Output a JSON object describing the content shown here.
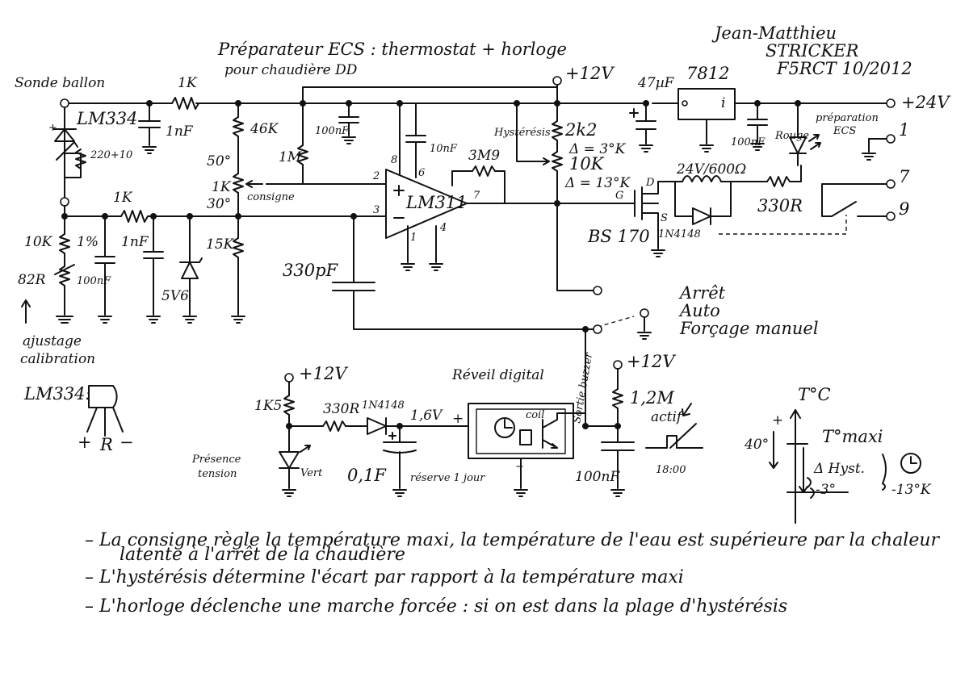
{
  "title": {
    "line1": "Préparateur ECS : thermostat + horloge",
    "line2": "pour chaudière DD"
  },
  "author": {
    "name": "Jean-Matthieu",
    "surname": "STRICKER",
    "ref": "F5RCT 10/2012"
  },
  "labels": {
    "sonde_ballon": "Sonde ballon",
    "lm334": "LM334",
    "r_220_10": "220+10",
    "c_1nf_a": "1nF",
    "r_1k_top": "1K",
    "r_1k_mid": "1K",
    "r_46k": "46K",
    "deg50": "50°",
    "pot_1k": "1K",
    "deg30": "30°",
    "consigne": "consigne",
    "r_1m": "1M",
    "c_100nf_a": "100nF",
    "r_10k": "10K",
    "pct1": "1%",
    "r_82r": "82R",
    "c_100nf_b": "100nF",
    "c_1nf_b": "1nF",
    "z_5v6": "5V6",
    "r_15k": "15K",
    "c_330pf": "330pF",
    "ajustage": "ajustage",
    "calibration": "calibration",
    "lm334_pinout": "LM334:",
    "pin_plus": "+",
    "pin_r": "R",
    "pin_minus": "−",
    "pin8": "8",
    "pin6": "6",
    "pin2": "2",
    "pin3": "3",
    "pin1": "1",
    "pin4": "4",
    "pin7": "7",
    "ic_lm311": "LM311",
    "c_10nf": "10nF",
    "r_3m9": "3M9",
    "vcc12": "+12V",
    "hysteresis": "Hystérésis",
    "r_2k2": "2k2",
    "delta3": "Δ = 3°K",
    "pot_10k": "10K",
    "delta13": "Δ = 13°K",
    "fet_d": "D",
    "fet_g": "G",
    "fet_s": "S",
    "bs170": "BS 170",
    "relay": "24V/600Ω",
    "diode_1n4148": "1N4148",
    "r_330r": "330R",
    "c_47uf": "47µF",
    "reg_7812": "7812",
    "reg_i": "i",
    "c_100nf_c": "100nF",
    "rouge": "Rouge",
    "prep_line1": "préparation",
    "prep_line2": "ECS",
    "vcc24": "+24V",
    "t1": "1",
    "t7": "7",
    "t9": "9",
    "arret": "Arrêt",
    "auto": "Auto",
    "forcage": "Forçage manuel",
    "vcc12_b": "+12V",
    "r_1k5": "1K5",
    "r_330r_b": "330R",
    "diode_1n4148_b": "1N4148",
    "v16": "1,6V",
    "reveil": "Réveil digital",
    "coil": "coil",
    "sortie_buzzer": "Sortie buzzer",
    "c_01f": "0,1F",
    "reserve": "réserve 1 jour",
    "presence1": "Présence",
    "presence2": "tension",
    "vert": "Vert",
    "vcc12_c": "+12V",
    "r_12m": "1,2M",
    "actif": "actif",
    "time1800": "18:00",
    "c_100nf_d": "100nF",
    "tc": "T°C",
    "tmaxi": "T°maxi",
    "deg40": "40°",
    "dhyst": "Δ Hyst.",
    "m3": "-3°",
    "m13": "-13°K"
  },
  "notes": [
    "– La consigne règle la température maxi, la température de l'eau est supérieure par la chaleur",
    "latente à l'arrêt de la chaudière",
    "– L'hystérésis détermine l'écart par rapport à la température maxi",
    "– L'horloge déclenche une marche forcée : si on est dans la plage d'hystérésis"
  ]
}
